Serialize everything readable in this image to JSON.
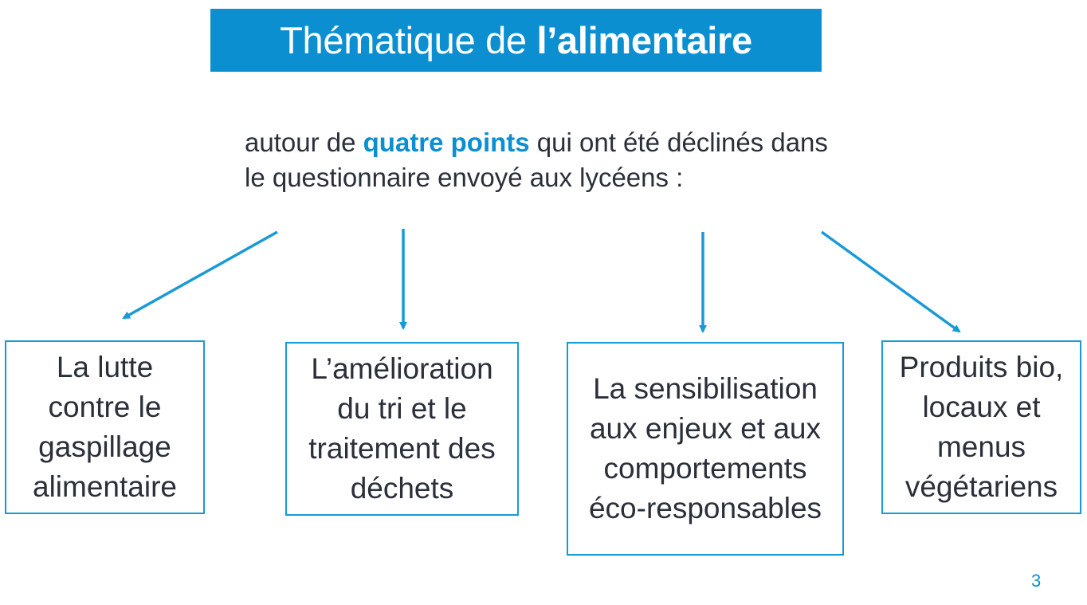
{
  "title": {
    "normal": "Thématique de ",
    "bold": "l’alimentaire"
  },
  "intro": {
    "before": "autour de ",
    "highlight": "quatre points",
    "after": " qui ont été déclinés dans le questionnaire envoyé aux lycéens :"
  },
  "boxes": [
    {
      "text": "La lutte contre le gaspillage alimentaire"
    },
    {
      "text": "L’amélioration du tri et le traitement des déchets"
    },
    {
      "text": "La sensibilisation aux enjeux et aux comportements éco-responsables"
    },
    {
      "text": "Produits bio, locaux et menus végétariens"
    }
  ],
  "page_number": "3",
  "colors": {
    "accent": "#0b8fd0",
    "box_border": "#1a9ad4",
    "text": "#2a2f3a"
  }
}
